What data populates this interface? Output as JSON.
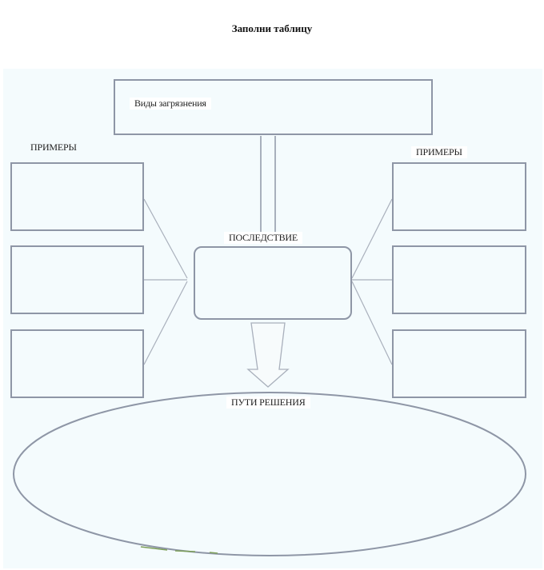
{
  "page": {
    "title": "Заполни таблицу"
  },
  "diagram": {
    "top_box_label": "Виды загрязнения",
    "left_column_label": "ПРИМЕРЫ",
    "right_column_label": "ПРИМЕРЫ",
    "center_box_label": "ПОСЛЕДСТВИЕ",
    "ellipse_label": "ПУТИ РЕШЕНИЯ"
  },
  "colors": {
    "background": "#f4fbfd",
    "stroke": "#8e96a6"
  }
}
